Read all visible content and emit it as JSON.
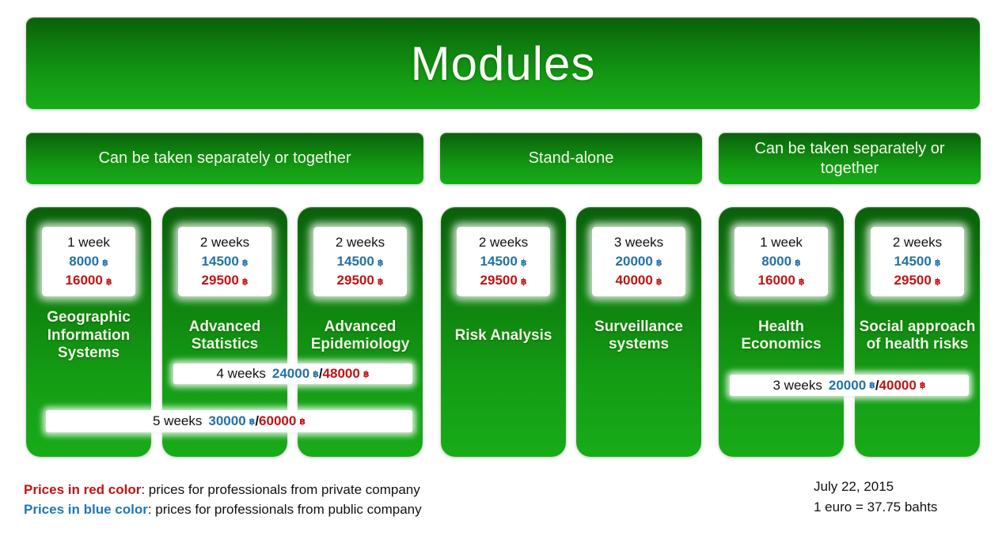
{
  "slide": {
    "title": "Modules",
    "date": "July 22, 2015",
    "exchange_rate": "1 euro = 37.75 bahts"
  },
  "currency_symbol": "฿",
  "separator": "/",
  "group_headers": [
    {
      "label": "Can be taken separately or together"
    },
    {
      "label": "Stand-alone"
    },
    {
      "label": "Can be taken separately or together"
    }
  ],
  "modules": [
    {
      "duration": "1 week",
      "price_public": "8000",
      "price_private": "16000",
      "name": "Geographic Information Systems"
    },
    {
      "duration": "2 weeks",
      "price_public": "14500",
      "price_private": "29500",
      "name": "Advanced Statistics"
    },
    {
      "duration": "2 weeks",
      "price_public": "14500",
      "price_private": "29500",
      "name": "Advanced Epidemiology"
    },
    {
      "duration": "2 weeks",
      "price_public": "14500",
      "price_private": "29500",
      "name": "Risk Analysis"
    },
    {
      "duration": "3 weeks",
      "price_public": "20000",
      "price_private": "40000",
      "name": "Surveillance systems"
    },
    {
      "duration": "1 week",
      "price_public": "8000",
      "price_private": "16000",
      "name": "Health Economics"
    },
    {
      "duration": "2 weeks",
      "price_public": "14500",
      "price_private": "29500",
      "name": "Social approach of health risks"
    }
  ],
  "combined_offers": [
    {
      "duration": "4 weeks",
      "price_public": "24000",
      "price_private": "48000"
    },
    {
      "duration": "5 weeks",
      "price_public": "30000",
      "price_private": "60000"
    },
    {
      "duration": "3 weeks",
      "price_public": "20000",
      "price_private": "40000"
    }
  ],
  "legend": [
    {
      "label": "Prices in red color",
      "description": ": prices for professionals from private company"
    },
    {
      "label": "Prices in blue color",
      "description": ": prices for professionals from public company"
    }
  ],
  "colors": {
    "public_price_blue": "#2272a8",
    "private_price_red": "#c01414",
    "green_gradient_top": "#0a5f0a",
    "green_gradient_bottom": "#18ab18"
  }
}
